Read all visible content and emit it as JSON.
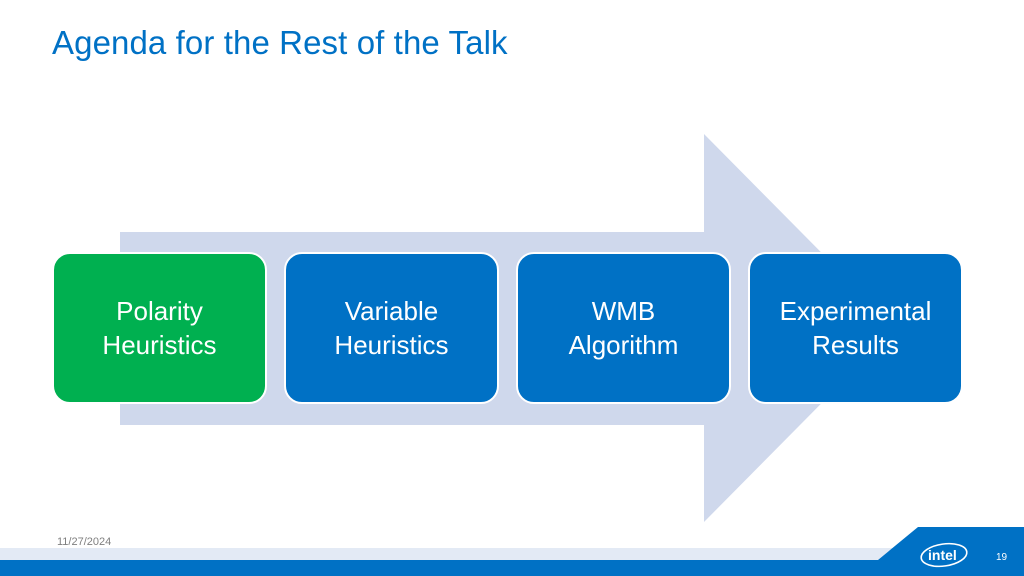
{
  "slide": {
    "title": "Agenda for the Rest of the Talk",
    "date": "11/27/2024",
    "page_number": "19",
    "logo_text": "intel"
  },
  "process": {
    "steps": [
      {
        "label": "Polarity\nHeuristics",
        "color": "#00b050"
      },
      {
        "label": "Variable\nHeuristics",
        "color": "#0071c5"
      },
      {
        "label": "WMB\nAlgorithm",
        "color": "#0071c5"
      },
      {
        "label": "Experimental\nResults",
        "color": "#0071c5"
      }
    ],
    "arrow_color": "#cfd8ec"
  },
  "colors": {
    "title": "#0071c5",
    "footer_blue": "#0071c5",
    "footer_light": "#e3eaf5"
  }
}
